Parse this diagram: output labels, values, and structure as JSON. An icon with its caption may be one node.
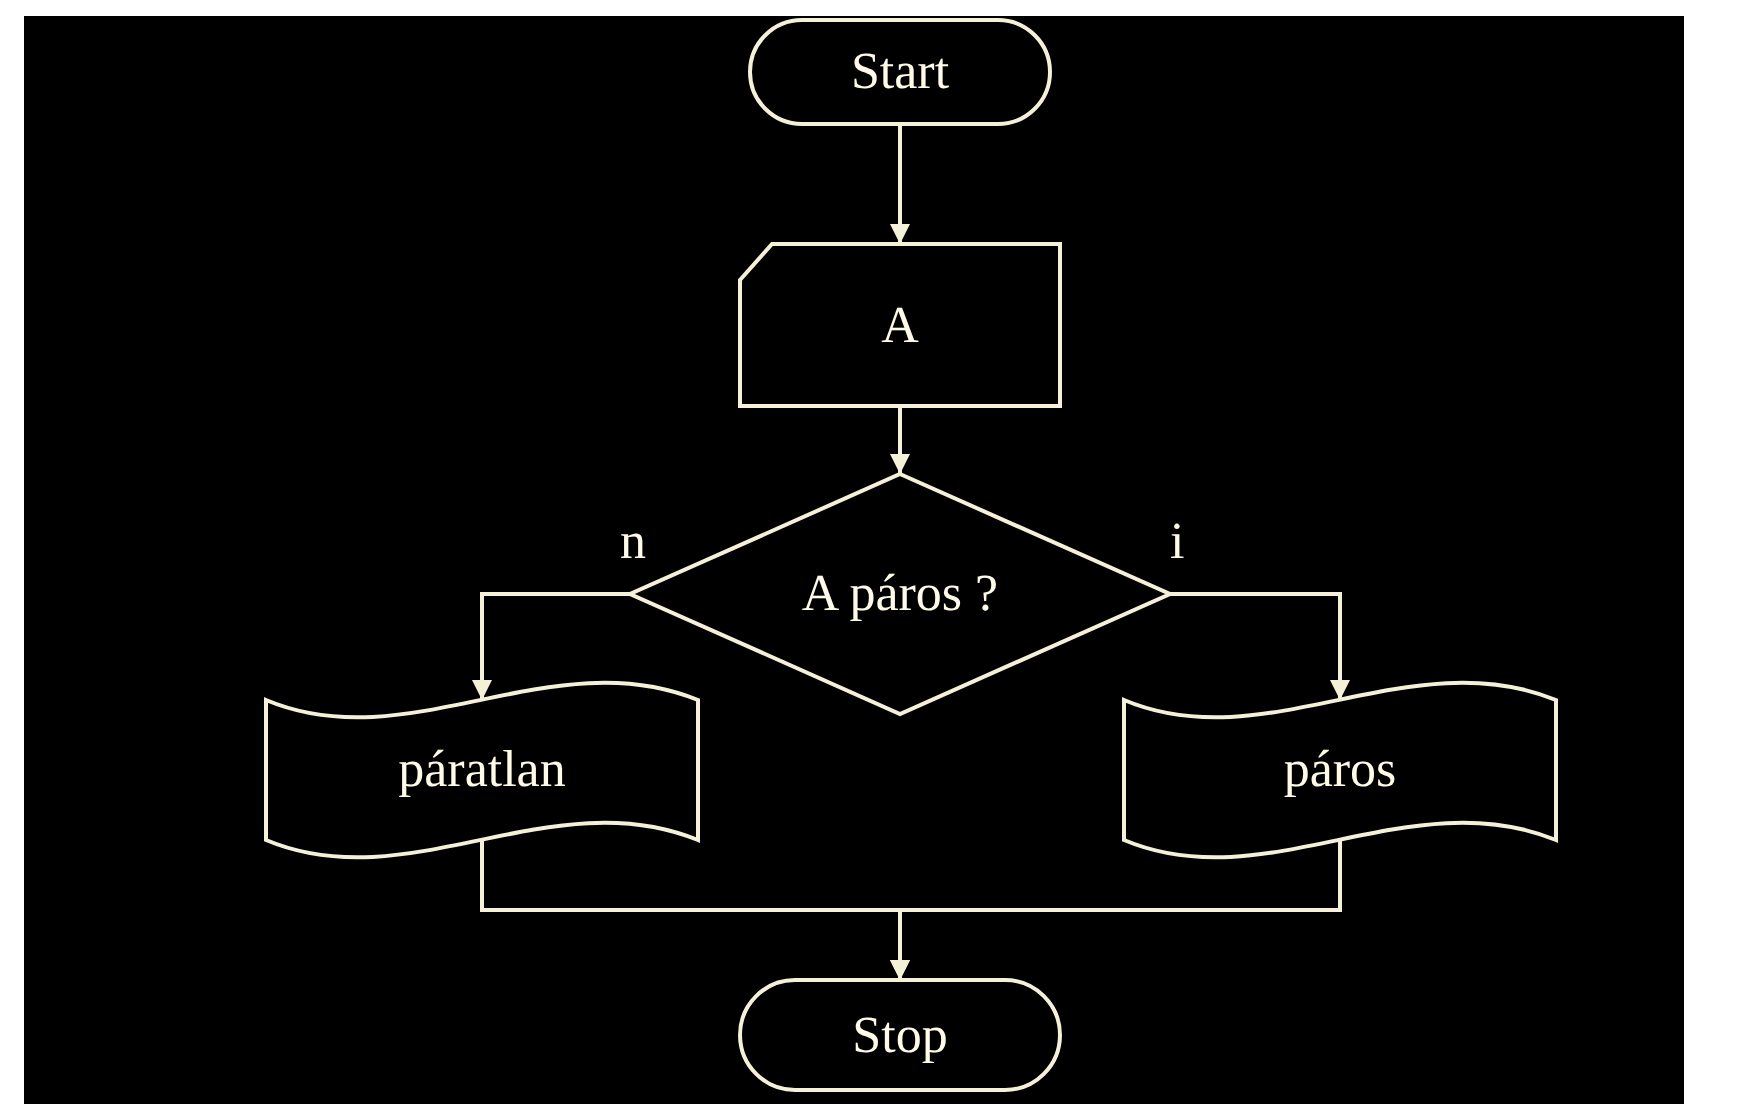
{
  "diagram": {
    "nodes": [
      {
        "text": [
          "Start"
        ]
      },
      {
        "text": [
          "A"
        ]
      },
      {
        "text": [
          "A páros ?"
        ]
      },
      {
        "text": [
          "páratlan"
        ]
      },
      {
        "text": [
          "páros"
        ]
      },
      {
        "text": [
          "Stop"
        ]
      }
    ],
    "edges": [
      {
        "from": 0,
        "to": 1,
        "arrow": "to"
      },
      {
        "from": 1,
        "to": 2,
        "arrow": "to"
      },
      {
        "from": 2,
        "to": 3,
        "arrow": "to",
        "label": "n"
      },
      {
        "from": 2,
        "to": 4,
        "arrow": "to",
        "label": "i"
      },
      {
        "from": 3,
        "to": 5,
        "arrow": "to"
      },
      {
        "from": 4,
        "to": 5,
        "arrow": "to"
      }
    ]
  }
}
